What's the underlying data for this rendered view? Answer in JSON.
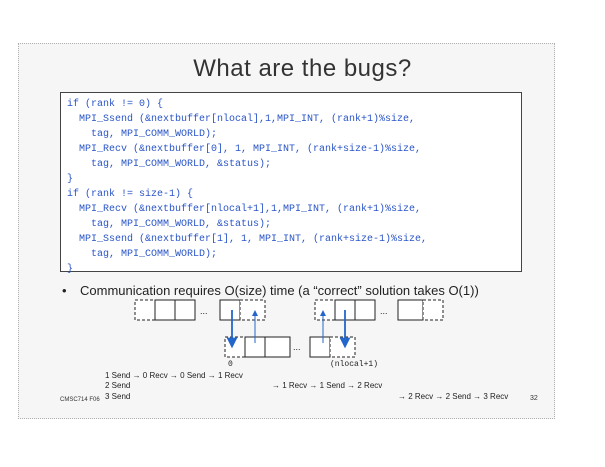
{
  "slide": {
    "title": "What are the bugs?",
    "code_lines": [
      "if (rank != 0) {",
      "  MPI_Ssend (&nextbuffer[nlocal],1,MPI_INT, (rank+1)%size,",
      "    tag, MPI_COMM_WORLD);",
      "  MPI_Recv (&nextbuffer[0], 1, MPI_INT, (rank+size-1)%size,",
      "    tag, MPI_COMM_WORLD, &status);",
      "}",
      "if (rank != size-1) {",
      "  MPI_Recv (&nextbuffer[nlocal+1],1,MPI_INT, (rank+1)%size,",
      "    tag, MPI_COMM_WORLD, &status);",
      "  MPI_Ssend (&nextbuffer[1], 1, MPI_INT, (rank+size-1)%size,",
      "    tag, MPI_COMM_WORLD);",
      "}"
    ],
    "bullet_symbol": "•",
    "bullet_text": "Communication requires O(size) time (a “correct” solution takes O(1))",
    "diagram": {
      "ellipsis": "...",
      "label_left": "0",
      "label_right": "(nlocal+1)"
    },
    "sequence": {
      "row1": "1 Send → 0 Recv → 0 Send → 1 Recv",
      "row2_left": "2 Send",
      "row2_right": "→ 1 Recv → 1 Send → 2 Recv",
      "row3_left": "3 Send",
      "row3_right": "→ 2 Recv → 2 Send → 3 Recv"
    },
    "footer_left": "CMSC714 F06",
    "page_number": "32",
    "colors": {
      "code": "#2a55c8",
      "arrow": "#2266cc"
    }
  }
}
